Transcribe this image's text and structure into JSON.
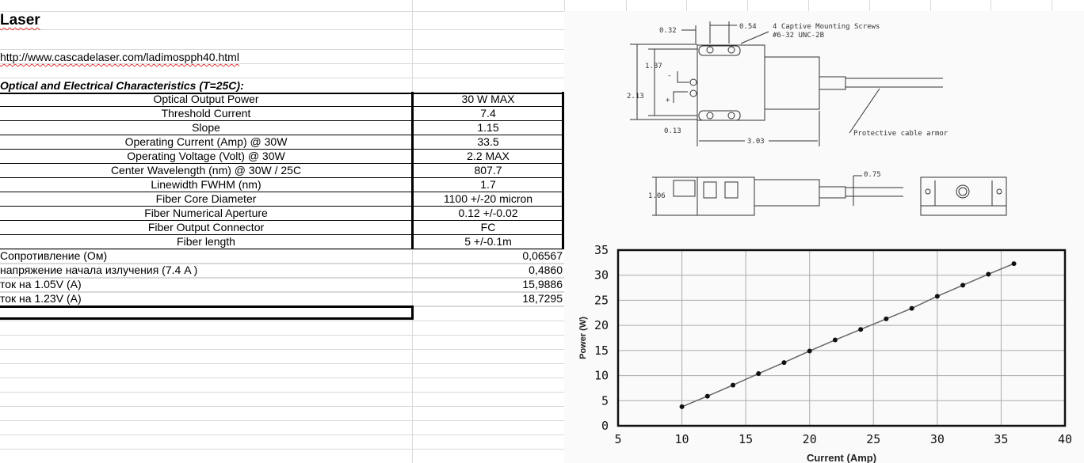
{
  "sheet": {
    "title": "Laser",
    "url": "http://www.cascadelaser.com/ladimospph40.html",
    "heading": "Optical and Electrical Characteristics (T=25C):",
    "specs": [
      {
        "label": "Optical Output Power",
        "value": "30 W MAX"
      },
      {
        "label": "Threshold Current",
        "value": "7.4"
      },
      {
        "label": "Slope",
        "value": "1.15"
      },
      {
        "label": "Operating Current (Amp) @ 30W",
        "value": "33.5"
      },
      {
        "label": "Operating Voltage (Volt) @ 30W",
        "value": "2.2 MAX"
      },
      {
        "label": "Center Wavelength (nm) @ 30W / 25C",
        "value": "807.7"
      },
      {
        "label": "Linewidth FWHM (nm)",
        "value": "1.7"
      },
      {
        "label": "Fiber Core Diameter",
        "value": "1100 +/-20 micron"
      },
      {
        "label": "Fiber Numerical Aperture",
        "value": "0.12 +/-0.02"
      },
      {
        "label": "Fiber Output Connector",
        "value": "FC"
      },
      {
        "label": "Fiber length",
        "value": "5 +/-0.1m"
      }
    ],
    "calc": [
      {
        "label": "Сопротивление (Ом)",
        "value": "0,06567"
      },
      {
        "label": "напряжение начала излучения  (7.4 A )",
        "value": "0,4860"
      },
      {
        "label": "ток на 1.05V (A)",
        "value": "15,9886"
      },
      {
        "label": "ток на 1.23V (A)",
        "value": "18,7295"
      }
    ]
  },
  "drawing": {
    "dim_032": "0.32",
    "dim_054": "0.54",
    "screws_1": "4 Captive Mounting Screws",
    "screws_2": "#6-32 UNC-2B",
    "dim_187": "1.87",
    "dim_213": "2.13",
    "dim_013": "0.13",
    "dim_303": "3.03",
    "armor": "Protective cable armor",
    "dim_075": "0.75",
    "dim_106": "1.06",
    "minus": "-",
    "plus": "+"
  },
  "chart_data": {
    "type": "line",
    "title": "",
    "xlabel": "Current (Amp)",
    "ylabel": "Power (W)",
    "xlim": [
      5,
      40
    ],
    "ylim": [
      0,
      35
    ],
    "xticks": [
      "5",
      "10",
      "15",
      "20",
      "25",
      "30",
      "35",
      "40"
    ],
    "yticks": [
      "0",
      "5",
      "10",
      "15",
      "20",
      "25",
      "30",
      "35"
    ],
    "grid": true,
    "x": [
      10,
      12,
      14,
      16,
      18,
      20,
      22,
      24,
      26,
      28,
      30,
      32,
      34,
      36
    ],
    "y": [
      3.8,
      5.9,
      8.1,
      10.4,
      12.6,
      14.9,
      17.1,
      19.2,
      21.3,
      23.4,
      25.8,
      28.0,
      30.2,
      32.3
    ]
  }
}
